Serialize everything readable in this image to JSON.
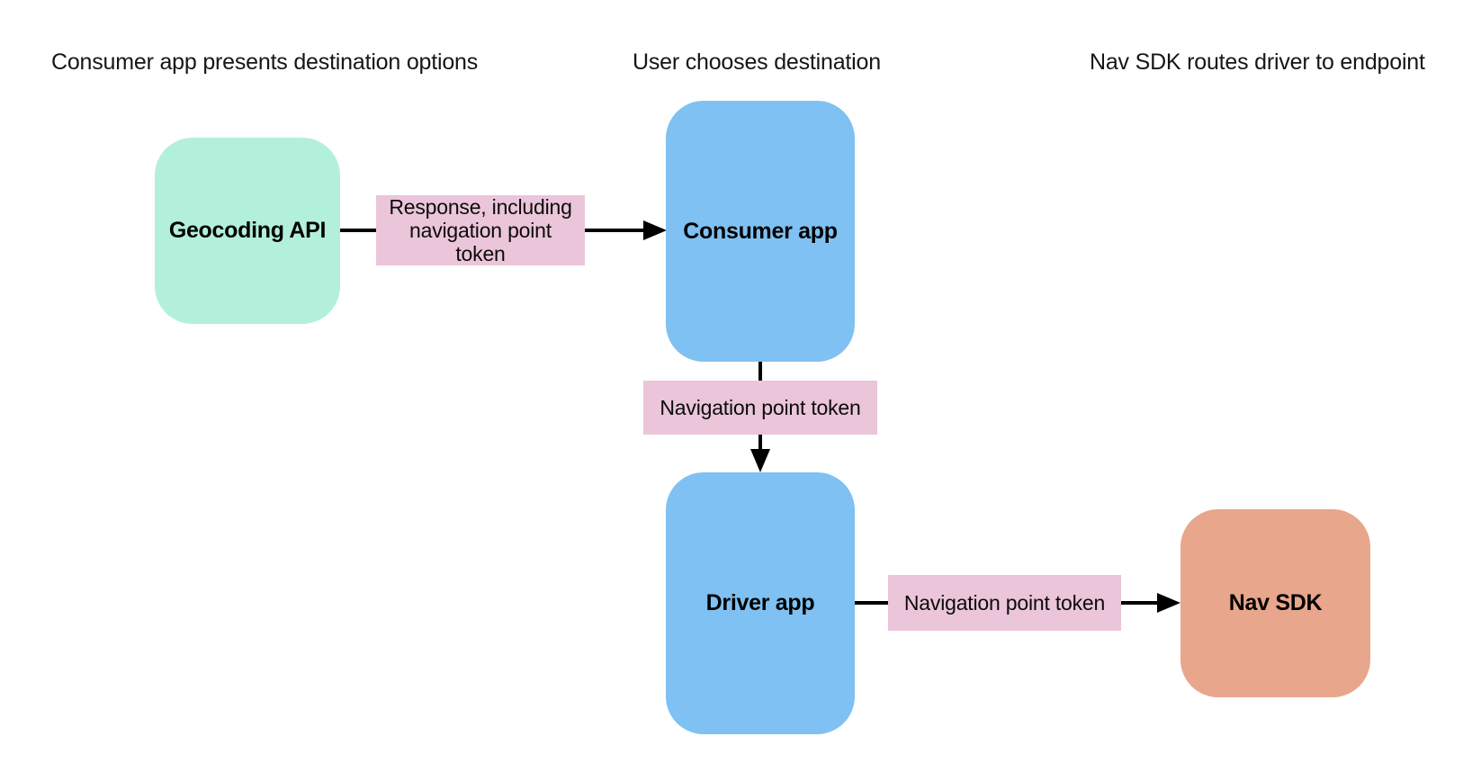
{
  "diagram": {
    "type": "flow-diagram",
    "section_headers": [
      {
        "label": "Consumer app presents destination options"
      },
      {
        "label": "User chooses destination"
      },
      {
        "label": "Nav SDK routes driver to endpoint"
      }
    ],
    "nodes": [
      {
        "id": "geocoding-api",
        "label": "Geocoding API",
        "fill": "#b3f0db"
      },
      {
        "id": "consumer-app",
        "label": "Consumer app",
        "fill": "#7fc1f2"
      },
      {
        "id": "driver-app",
        "label": "Driver app",
        "fill": "#7fc1f2"
      },
      {
        "id": "nav-sdk",
        "label": "Nav SDK",
        "fill": "#e8a68d"
      }
    ],
    "edges": [
      {
        "from": "Geocoding API",
        "to": "Consumer app",
        "label": "Response, including navigation point token",
        "label_lines": [
          "Response, including",
          "navigation point",
          "token"
        ]
      },
      {
        "from": "Consumer app",
        "to": "Driver app",
        "label": "Navigation point token"
      },
      {
        "from": "Driver app",
        "to": "Nav SDK",
        "label": "Navigation point token"
      }
    ],
    "colors": {
      "edge_label_bg": "#ebc5d9",
      "connector": "#000000",
      "heading_text": "#161616",
      "node_text": "#000000",
      "background": "#ffffff"
    }
  }
}
